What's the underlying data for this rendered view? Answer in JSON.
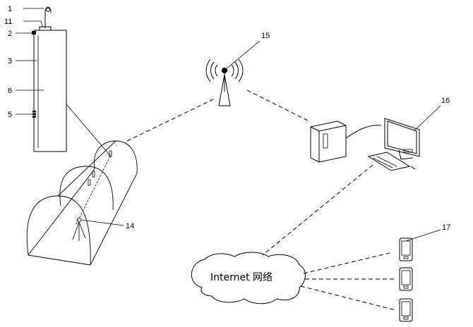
{
  "labels": {
    "n1": "1",
    "n11": "11",
    "n2": "2",
    "n3": "3",
    "n6": "6",
    "n5": "5",
    "n15": "15",
    "n16": "16",
    "n14": "14",
    "n17": "17"
  },
  "cloud": {
    "text": "Internet 网络"
  },
  "icons": {
    "base_station": "radio-tower-icon",
    "computer": "desktop-computer-icon",
    "phone": "mobile-phone-icon",
    "sensor": "sensor-node-icon"
  }
}
